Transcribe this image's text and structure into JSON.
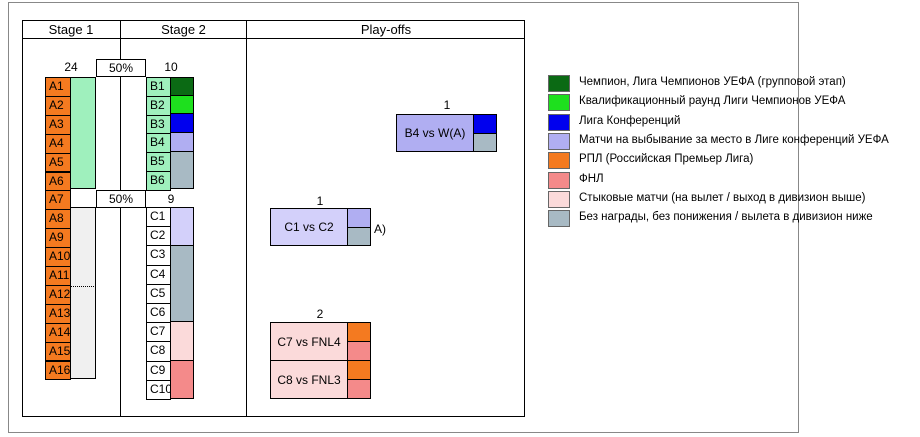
{
  "colors": {
    "dark_green": "#0b6a14",
    "bright_green": "#1ee01e",
    "blue": "#0000ee",
    "lavender": "#b0aef2",
    "orange": "#f47a20",
    "salmon": "#f48a8a",
    "pink": "#fbdada",
    "grey": "#a8bac4",
    "light_green": "#9ff0bd",
    "light_grey": "#f0f0f0",
    "light_lavender": "#d3d0fa"
  },
  "headers": {
    "stage1": "Stage 1",
    "stage2": "Stage 2",
    "playoffs": "Play-offs"
  },
  "stage1": {
    "count": "24",
    "teams": [
      "A1",
      "A2",
      "A3",
      "A4",
      "A5",
      "A6",
      "A7",
      "A8",
      "A9",
      "A10",
      "A11",
      "A12",
      "A13",
      "A14",
      "A15",
      "A16"
    ]
  },
  "stage2": {
    "upper_count": "10",
    "upper_pct": "50%",
    "upper_teams": [
      "B1",
      "B2",
      "B3",
      "B4",
      "B5",
      "B6"
    ],
    "lower_count": "9",
    "lower_pct": "50%",
    "lower_teams": [
      "C1",
      "C2",
      "C3",
      "C4",
      "C5",
      "C6",
      "C7",
      "C8",
      "C9",
      "C10"
    ]
  },
  "playoffs": {
    "m1": {
      "count": "1",
      "label": "B4 vs W(A)"
    },
    "m2": {
      "count": "1",
      "label": "C1 vs C2",
      "suffix": "A)"
    },
    "m3": {
      "count": "2",
      "label1": "C7 vs FNL4",
      "label2": "C8 vs FNL3"
    }
  },
  "legend": [
    {
      "color": "#0b6a14",
      "text": "Чемпион, Лига Чемпионов УЕФА (групповой этап)"
    },
    {
      "color": "#1ee01e",
      "text": "Квалификационный раунд Лиги Чемпионов УЕФА"
    },
    {
      "color": "#0000ee",
      "text": "Лига Конференций"
    },
    {
      "color": "#b0aef2",
      "text": "Матчи на выбывание за место в Лиге конференций УЕФА"
    },
    {
      "color": "#f47a20",
      "text": "РПЛ (Российская Премьер Лига)"
    },
    {
      "color": "#f48a8a",
      "text": "ФНЛ"
    },
    {
      "color": "#fbdada",
      "text": "Стыковые матчи (на вылет / выход в дивизион выше)"
    },
    {
      "color": "#a8bac4",
      "text": "Без награды, без понижения / вылета в дивизион ниже"
    }
  ]
}
